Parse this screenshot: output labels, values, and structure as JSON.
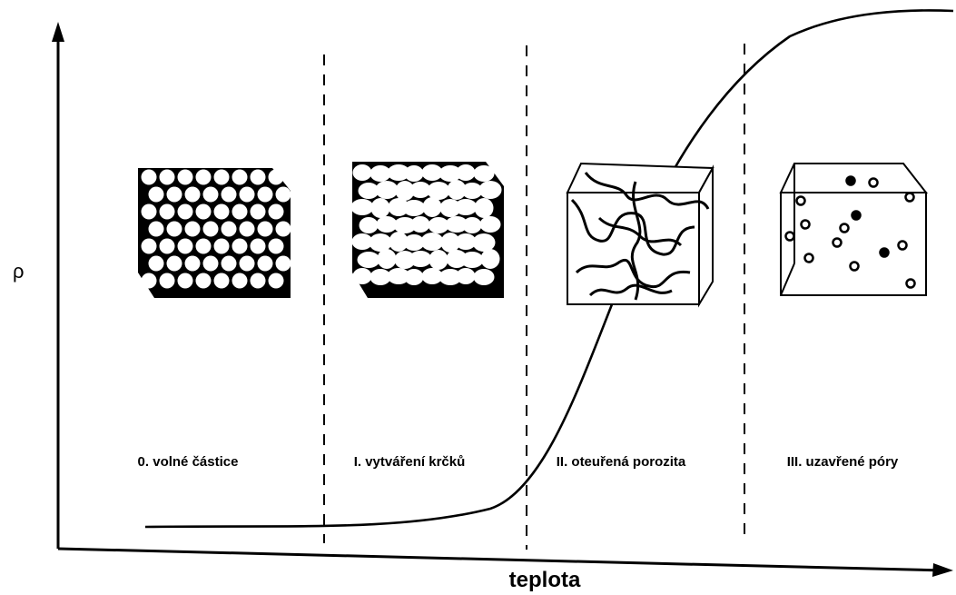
{
  "axes": {
    "y_label": "ρ",
    "x_label": "teplota"
  },
  "stages": [
    {
      "label": "0. volné částice"
    },
    {
      "label": "I. vytváření krčků"
    },
    {
      "label": "II. oteuřená porozita"
    },
    {
      "label": "III. uzavřené póry"
    }
  ],
  "colors": {
    "ink": "#000000",
    "background": "#ffffff"
  }
}
